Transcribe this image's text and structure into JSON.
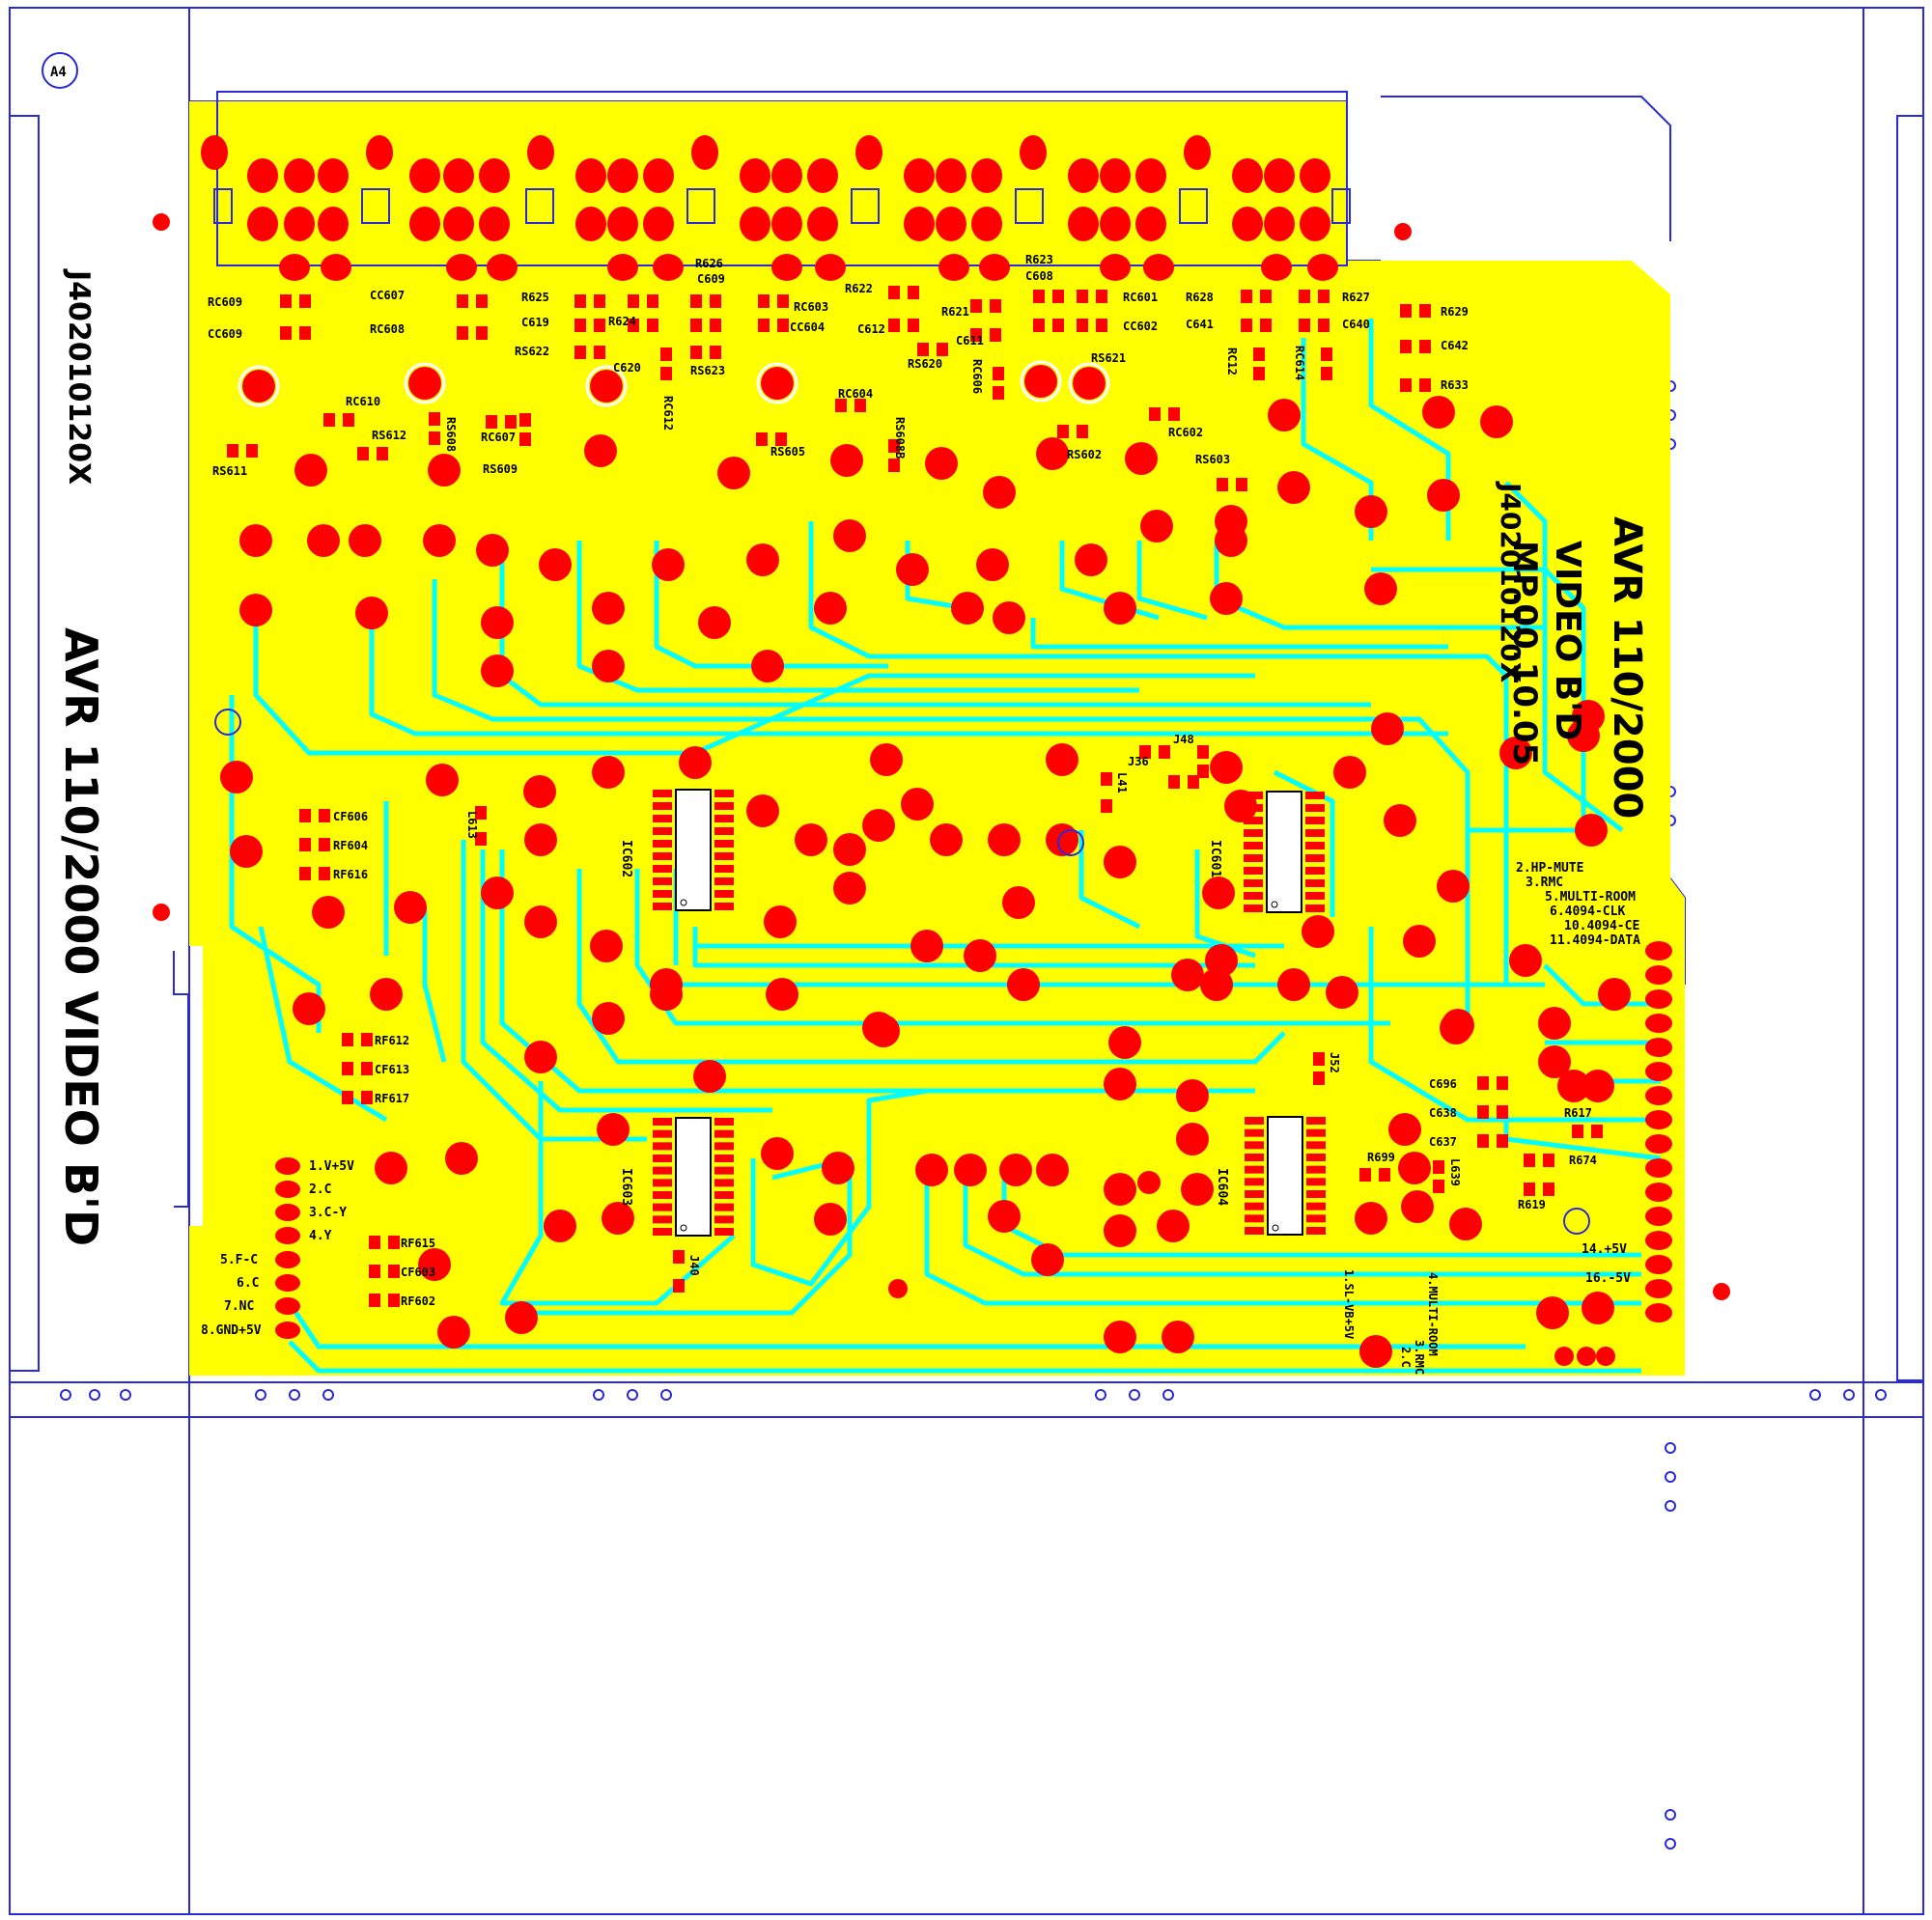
{
  "colors": {
    "background": "#ffffff",
    "outline": "#2a2ad8",
    "copper_area": "#ffff00",
    "trace": "#00ffff",
    "pad": "#ff0000",
    "ic_body": "#ffffff",
    "text": "#000000"
  },
  "board": {
    "part_number": "J402010120X",
    "part_number_top": "J402010120X",
    "title_lines": [
      "AVR 110/2000",
      "VIDEO B'D",
      "MP.00.10.05"
    ],
    "left_title": "AVR 110/2000 VIDEO B'D",
    "corner_mark": "A4"
  },
  "connector_left": {
    "pins": [
      "1.V+5V",
      "2.C",
      "3.C-Y",
      "4.Y",
      "5.F-C",
      "6.C",
      "7.NC",
      "8.GND+5V"
    ]
  },
  "connector_right": {
    "header_pins": [
      "2.HP-MUTE",
      "3.RMC",
      "5.MULTI-ROOM",
      "6.4094-CLK",
      "10.4094-CE",
      "11.4094-DATA"
    ],
    "power_pins": [
      "14.+5V",
      "16.-5V"
    ]
  },
  "connector_bottom": {
    "pins": [
      "1.SL-VB+5V",
      "2.C",
      "3.RMC",
      "4.MULTI-ROOM"
    ]
  },
  "ics": [
    "IC602",
    "IC601",
    "IC603",
    "IC604"
  ],
  "components": {
    "top_row": [
      "RC609",
      "CC609",
      "CC607",
      "RC608",
      "R625",
      "C619",
      "RS622",
      "RC610",
      "RS612",
      "RC607",
      "RS608",
      "RS609",
      "RS611",
      "R624",
      "C620",
      "RC612",
      "R626",
      "C609",
      "RS623",
      "RC603",
      "CC604",
      "RC604",
      "RS605",
      "R622",
      "C612",
      "R621",
      "C611",
      "RS620",
      "RC606",
      "RS608B",
      "R623",
      "C608",
      "RS621",
      "RS602",
      "R628",
      "C641",
      "RC601",
      "CC602",
      "RC602",
      "RS603",
      "RC12",
      "R627",
      "C640",
      "RC614",
      "R629",
      "C642",
      "R633"
    ],
    "mid_left": [
      "CF606",
      "RF604",
      "RF616",
      "L613",
      "RF612",
      "CF613",
      "RF617",
      "RF615",
      "CF603",
      "RF602"
    ],
    "mid": [
      "J48",
      "J36",
      "L41",
      "J40",
      "J52"
    ],
    "right": [
      "C696",
      "C638",
      "C637",
      "R617",
      "R674",
      "R619",
      "R699",
      "L639"
    ]
  }
}
